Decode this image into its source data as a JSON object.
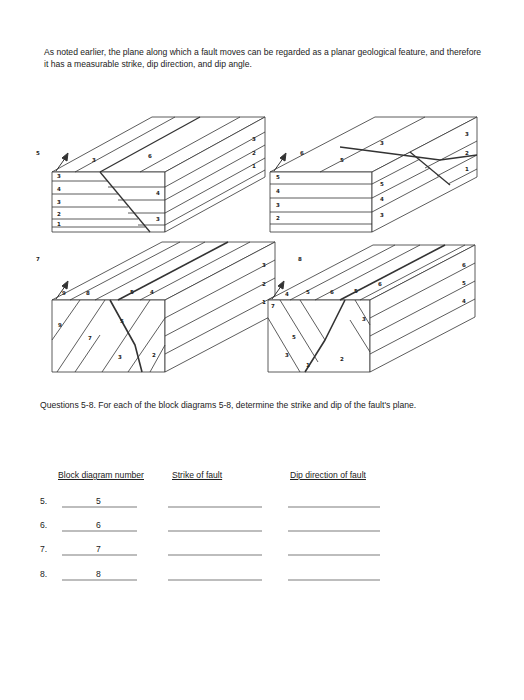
{
  "diagram": {
    "labels": [
      "As noted earlier, the plane along which a fault moves can be regarded as a planar geological feature, and therefore it has a measurable strike, dip direction, and dip angle.",
      "5",
      "3",
      "4",
      "3",
      "2",
      "1",
      "3",
      "6",
      "3",
      "2",
      "1",
      "4",
      "3",
      "6",
      "5",
      "4",
      "3",
      "2",
      "5",
      "3",
      "5",
      "4",
      "3",
      "3",
      "2",
      "1",
      "7",
      "9",
      "8",
      "5",
      "4",
      "9",
      "7",
      "5",
      "3",
      "2",
      "3",
      "2",
      "1",
      "8",
      "4",
      "5",
      "6",
      "5",
      "6",
      "7",
      "5",
      "3",
      "1",
      "2",
      "6",
      "5",
      "4",
      "3",
      "Questions 5-8.  For each of the block diagrams 5-8, determine the strike and dip of the fault's plane.",
      "Block diagram number",
      "Strike of fault",
      "Dip direction of fault",
      "5.",
      "5",
      "6.",
      "6",
      "7.",
      "7",
      "8.",
      "8"
    ]
  }
}
